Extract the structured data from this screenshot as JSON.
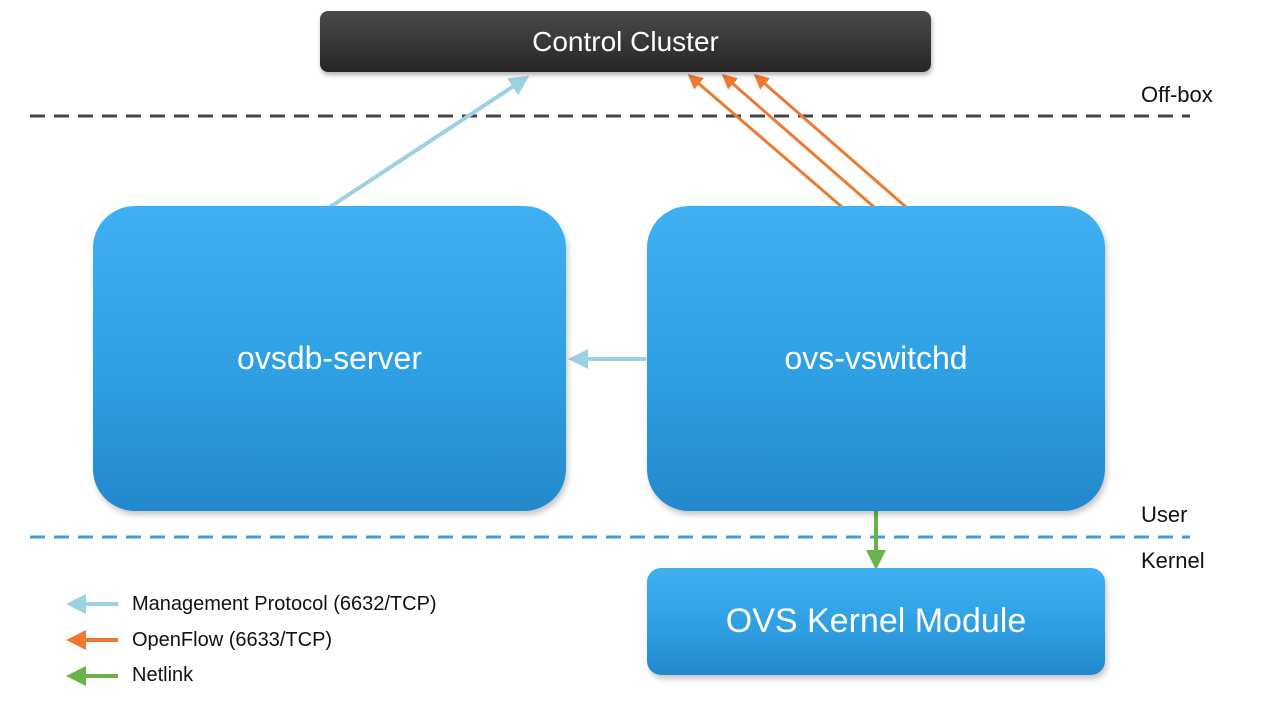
{
  "nodes": {
    "control_cluster": "Control Cluster",
    "ovsdb_server": "ovsdb-server",
    "ovs_vswitchd": "ovs-vswitchd",
    "kernel_module": "OVS Kernel Module"
  },
  "zones": {
    "offbox": "Off-box",
    "user": "User",
    "kernel": "Kernel"
  },
  "legend": {
    "management": "Management Protocol (6632/TCP)",
    "openflow": "OpenFlow (6633/TCP)",
    "netlink": "Netlink"
  },
  "colors": {
    "management": "#9ed0e3",
    "openflow": "#ec7a30",
    "netlink": "#6ab24a",
    "offbox_line": "#444444",
    "kernel_line": "#3b9fd6",
    "node_blue": "#2f9fe3",
    "control_dark": "#2e2e2e"
  }
}
